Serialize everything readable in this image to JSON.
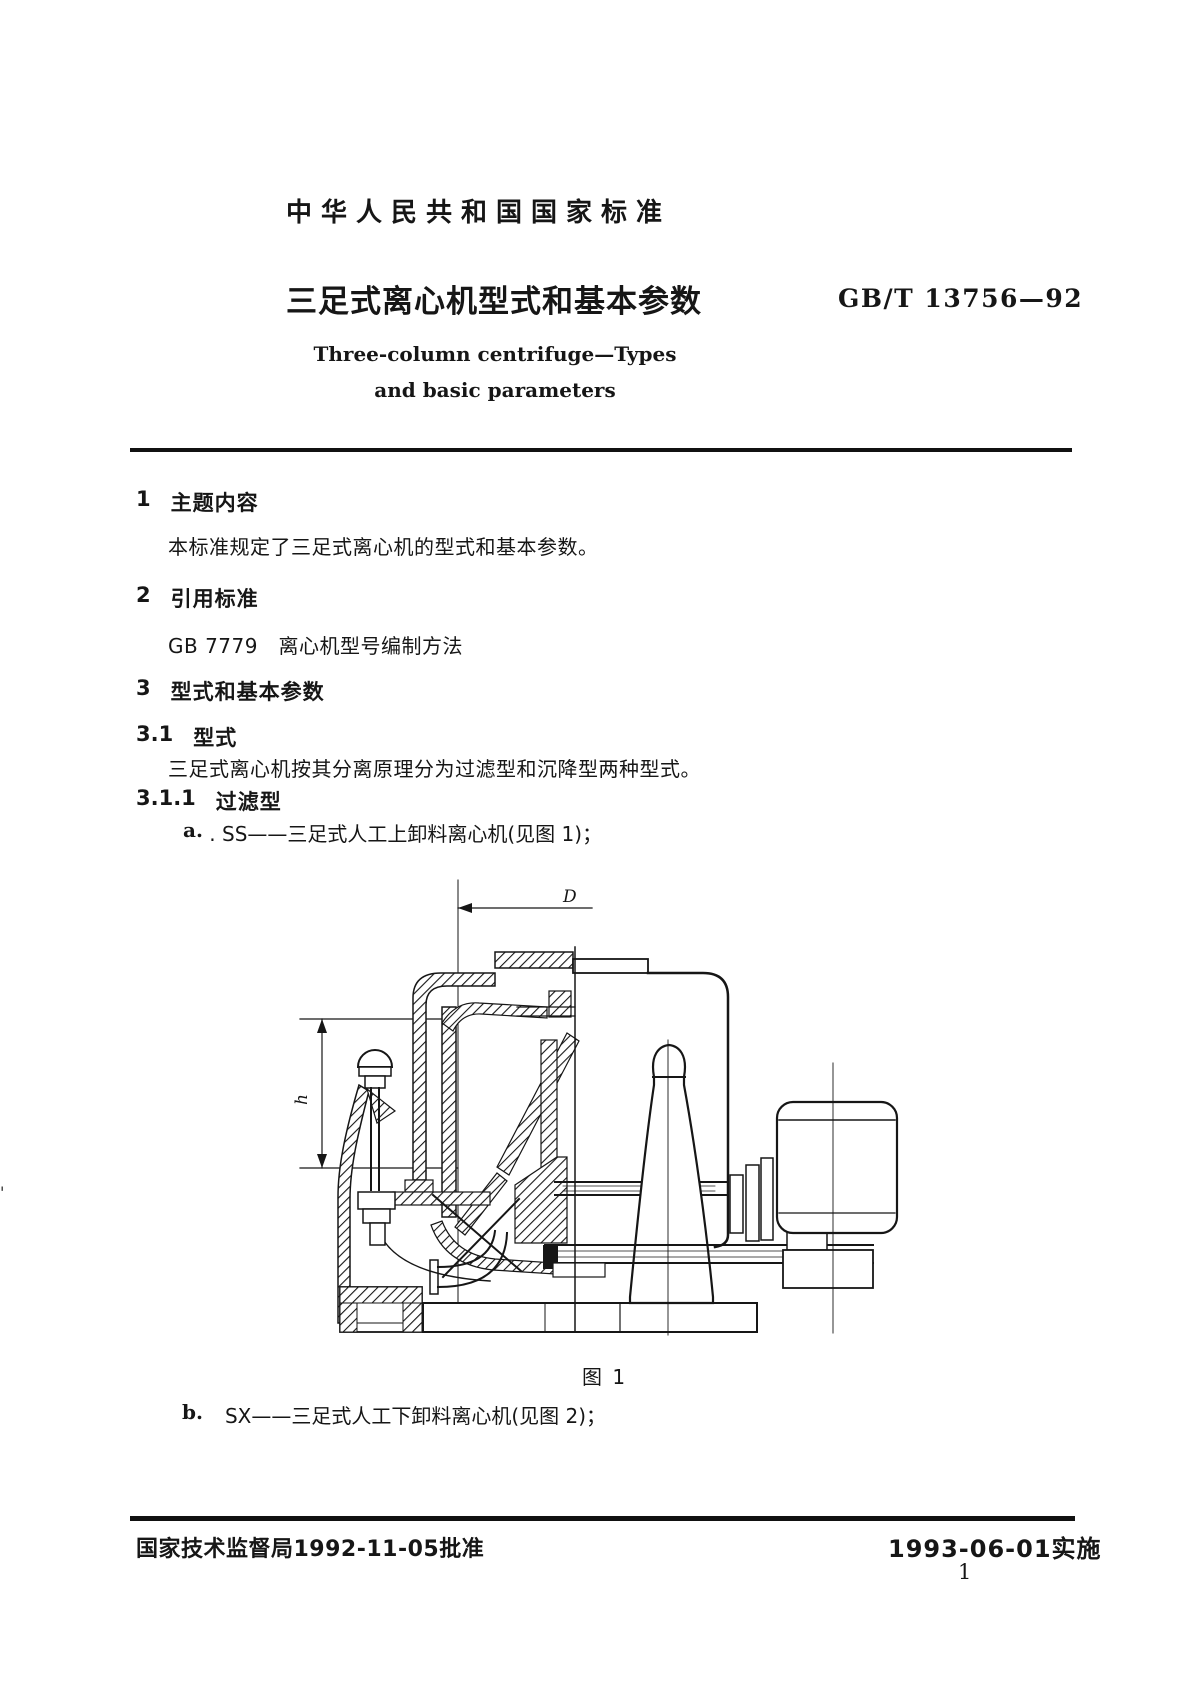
{
  "header": {
    "label": "中华人民共和国国家标准",
    "title_zh": "三足式离心机型式和基本参数",
    "code": "GB/T 13756—92",
    "title_en1": "Three-column centrifuge—Types",
    "title_en2": "and basic parameters"
  },
  "sections": {
    "s1_num": "1",
    "s1_title": "主题内容",
    "s1_body": "本标准规定了三足式离心机的型式和基本参数。",
    "s2_num": "2",
    "s2_title": "引用标准",
    "s2_body": "GB 7779　离心机型号编制方法",
    "s3_num": "3",
    "s3_title": "型式和基本参数",
    "s31_num": "3.1",
    "s31_title": "型式",
    "s31_body": "三足式离心机按其分离原理分为过滤型和沉降型两种型式。",
    "s311_num": "3.1.1",
    "s311_title": "过滤型"
  },
  "items": {
    "a_marker": "a.",
    "a_text": " . SS——三足式人工上卸料离心机(见图 1)；",
    "b_marker": "b.",
    "b_text": "SX——三足式人工下卸料离心机(见图 2)；"
  },
  "figure": {
    "caption": "图 1",
    "dim_d": "D",
    "dim_h": "h",
    "stray_mark": "'"
  },
  "footer": {
    "approved": "国家技术监督局1992-11-05批准",
    "implemented": "1993-06-01实施",
    "page": "1"
  }
}
